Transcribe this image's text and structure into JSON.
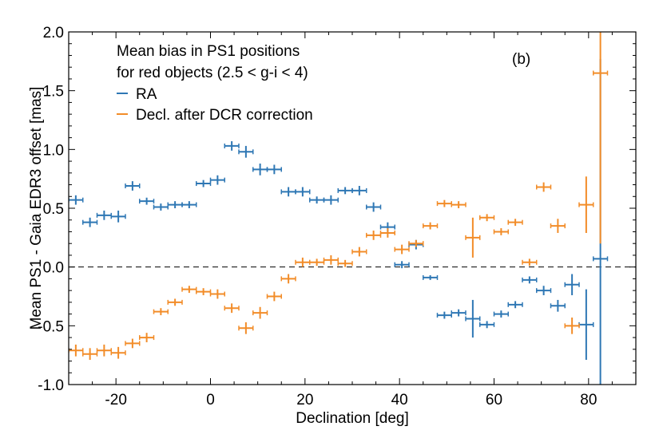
{
  "chart_data": {
    "type": "scatter",
    "title": "Mean bias in PS1 positions",
    "subtitle": "for red objects (2.5 < g-i < 4)",
    "panel_label": "(b)",
    "xlabel": "Declination [deg]",
    "ylabel": "Mean PS1 - Gaia EDR3 offset [mas]",
    "xlim": [
      -30,
      90
    ],
    "ylim": [
      -1.0,
      2.0
    ],
    "xticks": [
      -20,
      0,
      20,
      40,
      60,
      80
    ],
    "xtick_labels": [
      "-20",
      "0",
      "20",
      "40",
      "60",
      "80"
    ],
    "yticks": [
      -1.0,
      -0.5,
      0.0,
      0.5,
      1.0,
      1.5,
      2.0
    ],
    "ytick_labels": [
      "-1.0",
      "-0.5",
      "0.0",
      "0.5",
      "1.0",
      "1.5",
      "2.0"
    ],
    "reference_line": 0.0,
    "legend_position": "top-left",
    "xerr": 1.5,
    "series": [
      {
        "name": "RA",
        "color": "#2e77b4",
        "points": [
          {
            "x": -28.5,
            "y": 0.57,
            "yerr": 0.04
          },
          {
            "x": -25.5,
            "y": 0.38,
            "yerr": 0.04
          },
          {
            "x": -22.5,
            "y": 0.44,
            "yerr": 0.04
          },
          {
            "x": -19.5,
            "y": 0.43,
            "yerr": 0.05
          },
          {
            "x": -16.5,
            "y": 0.69,
            "yerr": 0.04
          },
          {
            "x": -13.5,
            "y": 0.56,
            "yerr": 0.03
          },
          {
            "x": -10.5,
            "y": 0.51,
            "yerr": 0.03
          },
          {
            "x": -7.5,
            "y": 0.53,
            "yerr": 0.03
          },
          {
            "x": -4.5,
            "y": 0.53,
            "yerr": 0.03
          },
          {
            "x": -1.5,
            "y": 0.71,
            "yerr": 0.03
          },
          {
            "x": 1.5,
            "y": 0.74,
            "yerr": 0.04
          },
          {
            "x": 4.5,
            "y": 1.03,
            "yerr": 0.04
          },
          {
            "x": 7.5,
            "y": 0.98,
            "yerr": 0.05
          },
          {
            "x": 10.5,
            "y": 0.83,
            "yerr": 0.05
          },
          {
            "x": 13.5,
            "y": 0.83,
            "yerr": 0.04
          },
          {
            "x": 16.5,
            "y": 0.64,
            "yerr": 0.04
          },
          {
            "x": 19.5,
            "y": 0.64,
            "yerr": 0.04
          },
          {
            "x": 22.5,
            "y": 0.57,
            "yerr": 0.03
          },
          {
            "x": 25.5,
            "y": 0.57,
            "yerr": 0.04
          },
          {
            "x": 28.5,
            "y": 0.65,
            "yerr": 0.03
          },
          {
            "x": 31.5,
            "y": 0.65,
            "yerr": 0.04
          },
          {
            "x": 34.5,
            "y": 0.51,
            "yerr": 0.04
          },
          {
            "x": 37.5,
            "y": 0.34,
            "yerr": 0.04
          },
          {
            "x": 40.5,
            "y": 0.02,
            "yerr": 0.03
          },
          {
            "x": 43.5,
            "y": 0.19,
            "yerr": 0.04
          },
          {
            "x": 46.5,
            "y": -0.09,
            "yerr": 0.02
          },
          {
            "x": 49.5,
            "y": -0.41,
            "yerr": 0.03
          },
          {
            "x": 52.5,
            "y": -0.39,
            "yerr": 0.03
          },
          {
            "x": 55.5,
            "y": -0.44,
            "yerr": 0.16
          },
          {
            "x": 58.5,
            "y": -0.49,
            "yerr": 0.03
          },
          {
            "x": 61.5,
            "y": -0.4,
            "yerr": 0.03
          },
          {
            "x": 64.5,
            "y": -0.32,
            "yerr": 0.03
          },
          {
            "x": 67.5,
            "y": -0.11,
            "yerr": 0.03
          },
          {
            "x": 70.5,
            "y": -0.2,
            "yerr": 0.04
          },
          {
            "x": 73.5,
            "y": -0.33,
            "yerr": 0.05
          },
          {
            "x": 76.5,
            "y": -0.15,
            "yerr": 0.09
          },
          {
            "x": 79.5,
            "y": -0.49,
            "yerr": 0.3
          },
          {
            "x": 82.5,
            "y": 0.07,
            "yerr": 1.7
          }
        ]
      },
      {
        "name": "Decl. after DCR correction",
        "color": "#f28c28",
        "points": [
          {
            "x": -28.5,
            "y": -0.71,
            "yerr": 0.05
          },
          {
            "x": -25.5,
            "y": -0.74,
            "yerr": 0.05
          },
          {
            "x": -22.5,
            "y": -0.71,
            "yerr": 0.05
          },
          {
            "x": -19.5,
            "y": -0.73,
            "yerr": 0.05
          },
          {
            "x": -16.5,
            "y": -0.65,
            "yerr": 0.04
          },
          {
            "x": -13.5,
            "y": -0.6,
            "yerr": 0.04
          },
          {
            "x": -10.5,
            "y": -0.38,
            "yerr": 0.03
          },
          {
            "x": -7.5,
            "y": -0.3,
            "yerr": 0.03
          },
          {
            "x": -4.5,
            "y": -0.19,
            "yerr": 0.03
          },
          {
            "x": -1.5,
            "y": -0.21,
            "yerr": 0.03
          },
          {
            "x": 1.5,
            "y": -0.23,
            "yerr": 0.04
          },
          {
            "x": 4.5,
            "y": -0.35,
            "yerr": 0.04
          },
          {
            "x": 7.5,
            "y": -0.52,
            "yerr": 0.05
          },
          {
            "x": 10.5,
            "y": -0.39,
            "yerr": 0.05
          },
          {
            "x": 13.5,
            "y": -0.25,
            "yerr": 0.04
          },
          {
            "x": 16.5,
            "y": -0.1,
            "yerr": 0.04
          },
          {
            "x": 19.5,
            "y": 0.04,
            "yerr": 0.04
          },
          {
            "x": 22.5,
            "y": 0.04,
            "yerr": 0.03
          },
          {
            "x": 25.5,
            "y": 0.06,
            "yerr": 0.04
          },
          {
            "x": 28.5,
            "y": 0.03,
            "yerr": 0.03
          },
          {
            "x": 31.5,
            "y": 0.13,
            "yerr": 0.04
          },
          {
            "x": 34.5,
            "y": 0.27,
            "yerr": 0.04
          },
          {
            "x": 37.5,
            "y": 0.29,
            "yerr": 0.04
          },
          {
            "x": 40.5,
            "y": 0.15,
            "yerr": 0.04
          },
          {
            "x": 43.5,
            "y": 0.2,
            "yerr": 0.03
          },
          {
            "x": 46.5,
            "y": 0.35,
            "yerr": 0.03
          },
          {
            "x": 49.5,
            "y": 0.54,
            "yerr": 0.03
          },
          {
            "x": 52.5,
            "y": 0.53,
            "yerr": 0.03
          },
          {
            "x": 55.5,
            "y": 0.25,
            "yerr": 0.17
          },
          {
            "x": 58.5,
            "y": 0.42,
            "yerr": 0.03
          },
          {
            "x": 61.5,
            "y": 0.3,
            "yerr": 0.03
          },
          {
            "x": 64.5,
            "y": 0.38,
            "yerr": 0.03
          },
          {
            "x": 67.5,
            "y": 0.04,
            "yerr": 0.03
          },
          {
            "x": 70.5,
            "y": 0.68,
            "yerr": 0.04
          },
          {
            "x": 73.5,
            "y": 0.35,
            "yerr": 0.06
          },
          {
            "x": 76.5,
            "y": -0.5,
            "yerr": 0.07
          },
          {
            "x": 79.5,
            "y": 0.53,
            "yerr": 0.24
          },
          {
            "x": 82.5,
            "y": 1.65,
            "yerr": 1.45
          }
        ]
      }
    ]
  }
}
